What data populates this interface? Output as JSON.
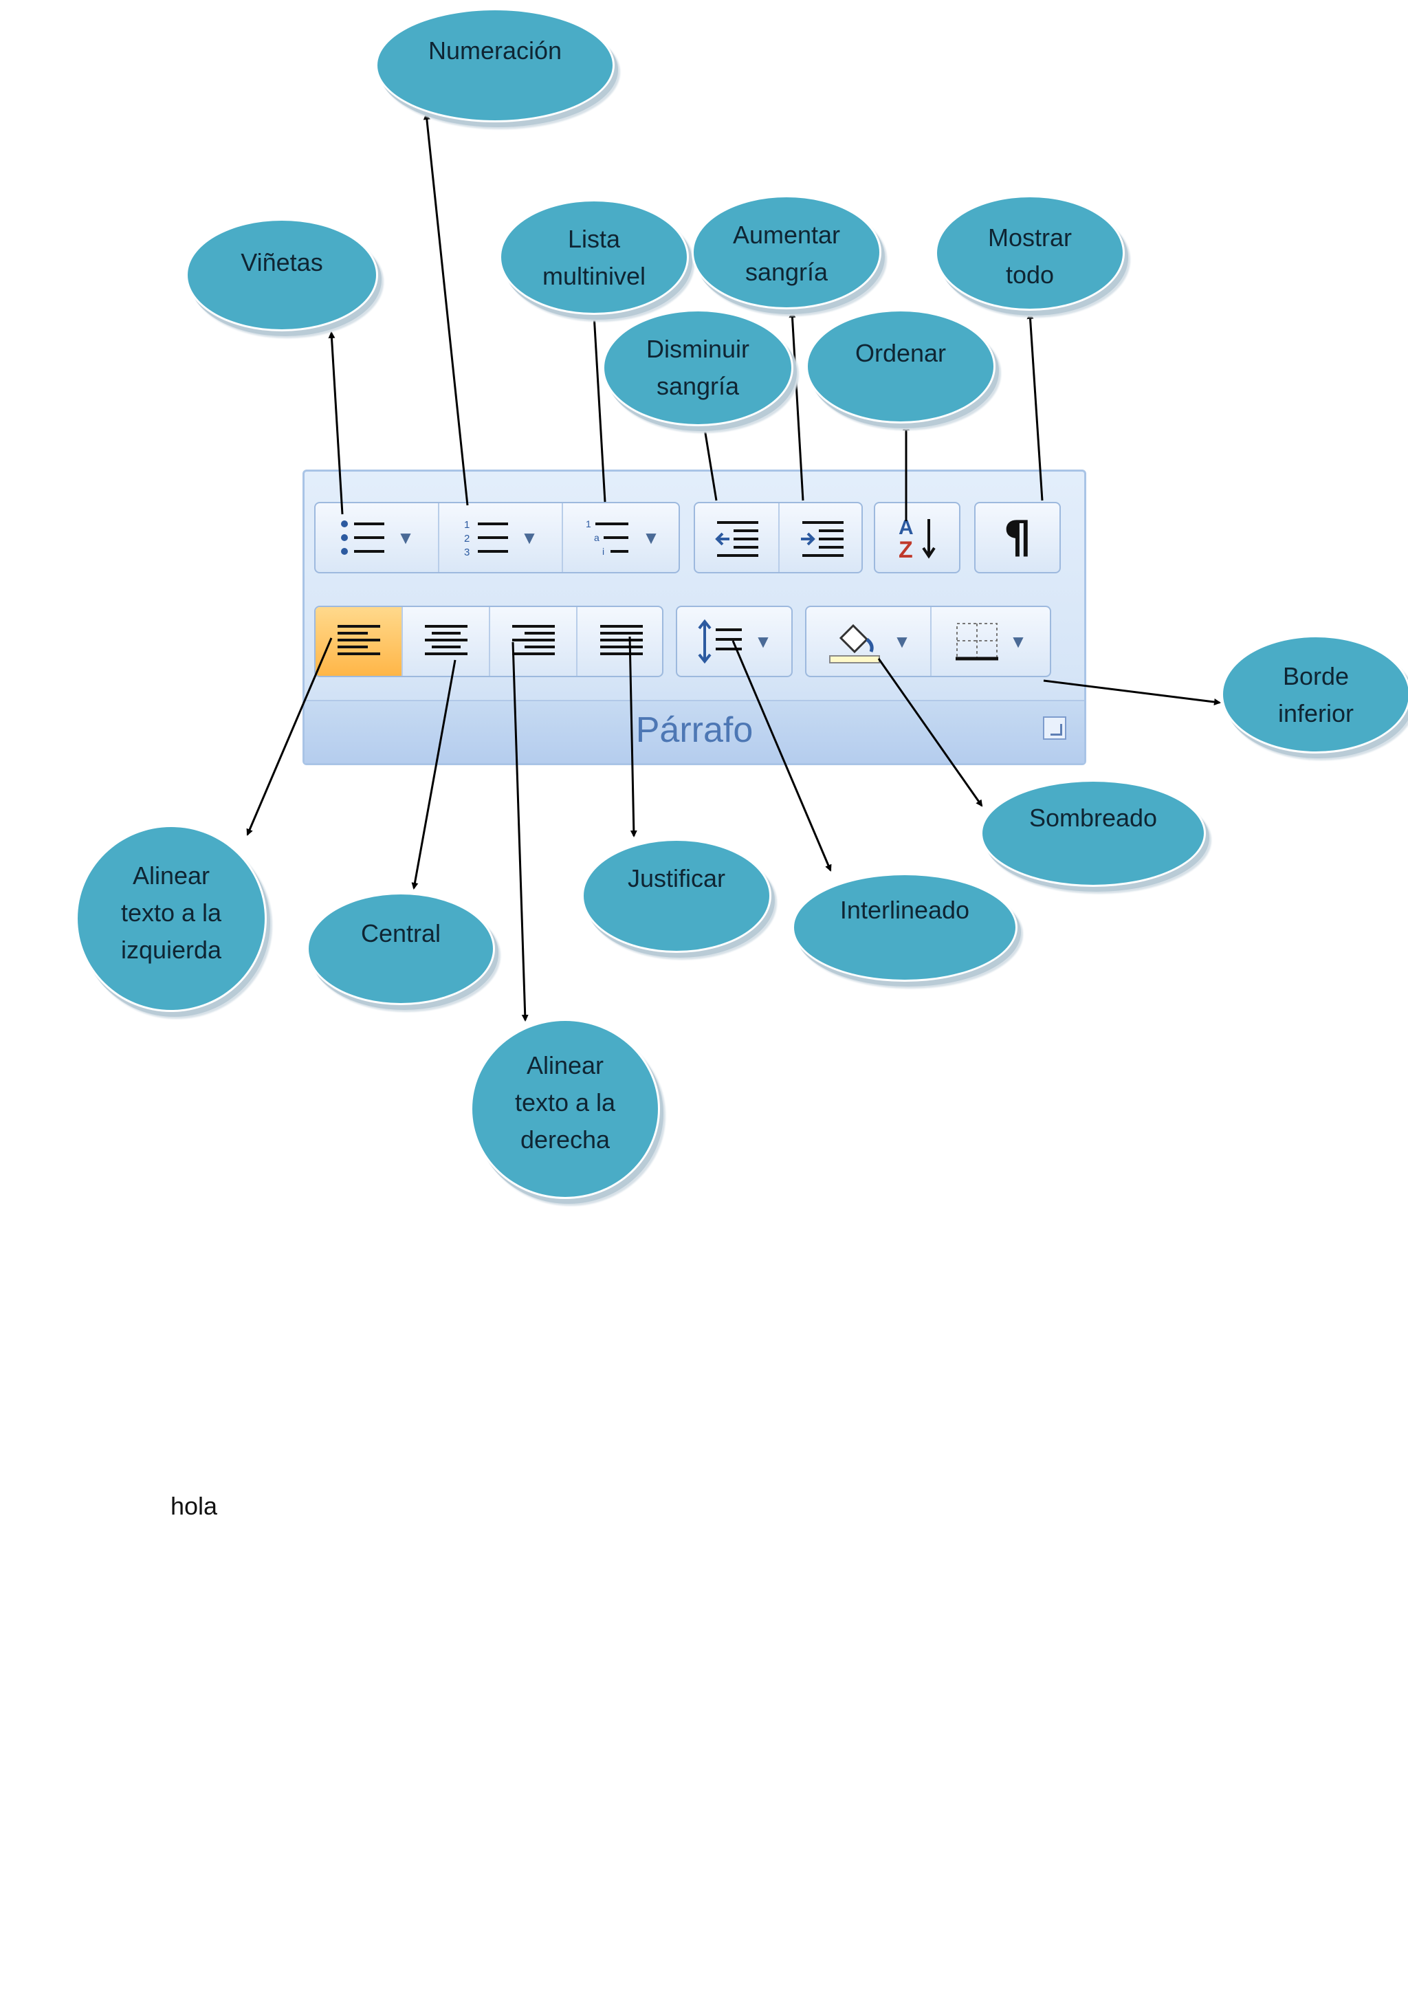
{
  "ribbon": {
    "group_title": "Párrafo",
    "colors": {
      "accent_bubble": "#4aacc6",
      "active_button": "#ffc25a",
      "ribbon_title": "#4d77b4"
    },
    "row1": [
      {
        "name": "bullets-button",
        "icon": "bullets-icon"
      },
      {
        "name": "numbering-button",
        "icon": "numbering-icon"
      },
      {
        "name": "multilevel-list-button",
        "icon": "multilevel-list-icon"
      },
      {
        "name": "decrease-indent-button",
        "icon": "decrease-indent-icon"
      },
      {
        "name": "increase-indent-button",
        "icon": "increase-indent-icon"
      },
      {
        "name": "sort-button",
        "icon": "sort-az-icon",
        "glyph_top": "A",
        "glyph_bottom": "Z"
      },
      {
        "name": "show-all-button",
        "icon": "pilcrow-icon",
        "glyph": "¶"
      }
    ],
    "row2": [
      {
        "name": "align-left-button",
        "icon": "align-left-icon",
        "active": true
      },
      {
        "name": "center-button",
        "icon": "align-center-icon"
      },
      {
        "name": "align-right-button",
        "icon": "align-right-icon"
      },
      {
        "name": "justify-button",
        "icon": "justify-icon"
      },
      {
        "name": "line-spacing-button",
        "icon": "line-spacing-icon"
      },
      {
        "name": "shading-button",
        "icon": "paint-bucket-icon"
      },
      {
        "name": "bottom-border-button",
        "icon": "border-icon"
      }
    ]
  },
  "callouts": {
    "vinetas": "Viñetas",
    "numeracion": "Numeración",
    "lista_multinivel": "Lista\nmultinivel",
    "aumentar_sangria": "Aumentar\nsangría",
    "mostrar_todo": "Mostrar\ntodo",
    "disminuir_sangria": "Disminuir\nsangría",
    "ordenar": "Ordenar",
    "borde_inferior": "Borde\ninferior",
    "sombreado": "Sombreado",
    "alinear_izquierda": "Alinear\ntexto a la\nizquierda",
    "central": "Central",
    "justificar": "Justificar",
    "interlineado": "Interlineado",
    "alinear_derecha": "Alinear\ntexto a la\nderecha"
  },
  "document": {
    "text": "hola"
  }
}
